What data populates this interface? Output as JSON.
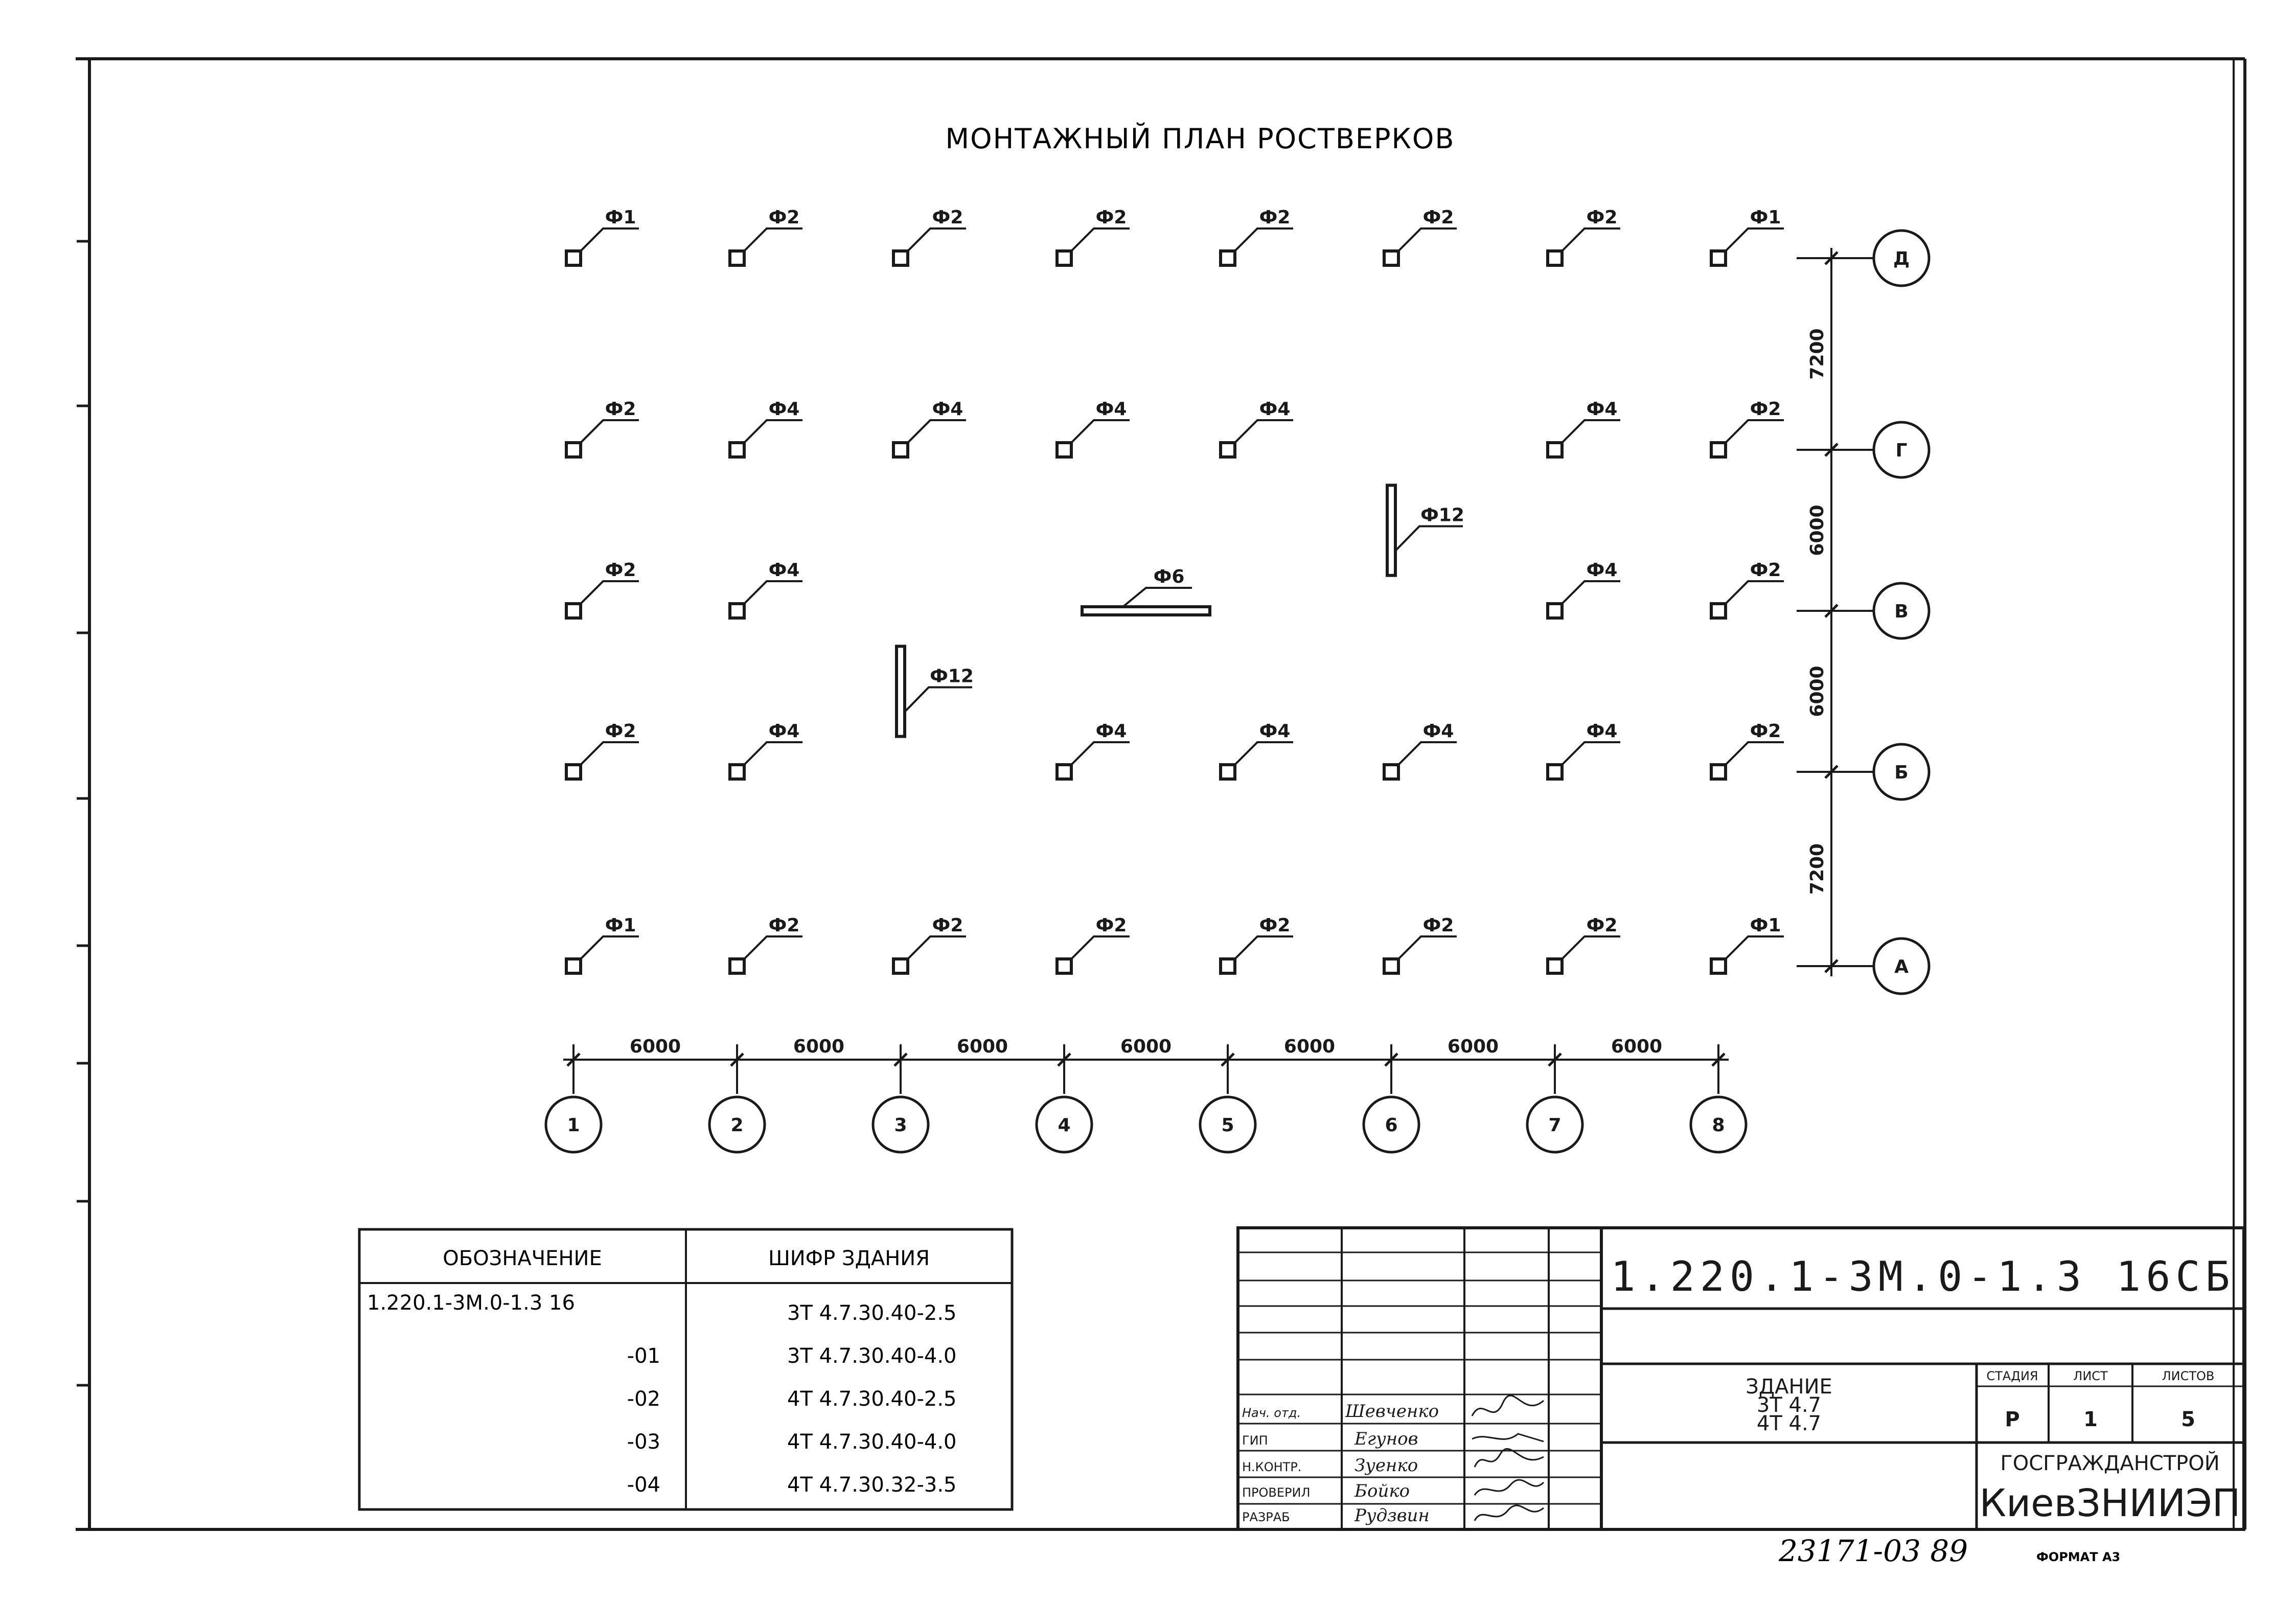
{
  "title": "МОНТАЖНЫЙ ПЛАН РОСТВЕРКОВ",
  "grid": {
    "columns": [
      "1",
      "2",
      "3",
      "4",
      "5",
      "6",
      "7",
      "8"
    ],
    "rows": [
      "Д",
      "Г",
      "В",
      "Б",
      "А"
    ],
    "column_spacings": [
      "6000",
      "6000",
      "6000",
      "6000",
      "6000",
      "6000",
      "6000"
    ],
    "row_spacings": [
      "7200",
      "6000",
      "6000",
      "7200"
    ]
  },
  "foundations": [
    {
      "row": "Д",
      "col": "1",
      "mark": "Ф1"
    },
    {
      "row": "Д",
      "col": "2",
      "mark": "Ф2"
    },
    {
      "row": "Д",
      "col": "3",
      "mark": "Ф2"
    },
    {
      "row": "Д",
      "col": "4",
      "mark": "Ф2"
    },
    {
      "row": "Д",
      "col": "5",
      "mark": "Ф2"
    },
    {
      "row": "Д",
      "col": "6",
      "mark": "Ф2"
    },
    {
      "row": "Д",
      "col": "7",
      "mark": "Ф2"
    },
    {
      "row": "Д",
      "col": "8",
      "mark": "Ф1"
    },
    {
      "row": "Г",
      "col": "1",
      "mark": "Ф2"
    },
    {
      "row": "Г",
      "col": "2",
      "mark": "Ф4"
    },
    {
      "row": "Г",
      "col": "3",
      "mark": "Ф4"
    },
    {
      "row": "Г",
      "col": "4",
      "mark": "Ф4"
    },
    {
      "row": "Г",
      "col": "5",
      "mark": "Ф4"
    },
    {
      "row": "Г",
      "col": "7",
      "mark": "Ф4"
    },
    {
      "row": "Г",
      "col": "8",
      "mark": "Ф2"
    },
    {
      "row": "В",
      "col": "1",
      "mark": "Ф2"
    },
    {
      "row": "В",
      "col": "2",
      "mark": "Ф4"
    },
    {
      "row": "В",
      "col": "7",
      "mark": "Ф4"
    },
    {
      "row": "В",
      "col": "8",
      "mark": "Ф2"
    },
    {
      "row": "Б",
      "col": "1",
      "mark": "Ф2"
    },
    {
      "row": "Б",
      "col": "2",
      "mark": "Ф4"
    },
    {
      "row": "Б",
      "col": "4",
      "mark": "Ф4"
    },
    {
      "row": "Б",
      "col": "5",
      "mark": "Ф4"
    },
    {
      "row": "Б",
      "col": "6",
      "mark": "Ф4"
    },
    {
      "row": "Б",
      "col": "7",
      "mark": "Ф4"
    },
    {
      "row": "Б",
      "col": "8",
      "mark": "Ф2"
    },
    {
      "row": "А",
      "col": "1",
      "mark": "Ф1"
    },
    {
      "row": "А",
      "col": "2",
      "mark": "Ф2"
    },
    {
      "row": "А",
      "col": "3",
      "mark": "Ф2"
    },
    {
      "row": "А",
      "col": "4",
      "mark": "Ф2"
    },
    {
      "row": "А",
      "col": "5",
      "mark": "Ф2"
    },
    {
      "row": "А",
      "col": "6",
      "mark": "Ф2"
    },
    {
      "row": "А",
      "col": "7",
      "mark": "Ф2"
    },
    {
      "row": "А",
      "col": "8",
      "mark": "Ф1"
    }
  ],
  "beams": [
    {
      "mark": "Ф12",
      "orientation": "vertical",
      "col": "3",
      "between": [
        "В",
        "Б"
      ]
    },
    {
      "mark": "Ф6",
      "orientation": "horizontal",
      "row": "В",
      "between": [
        "4",
        "5"
      ]
    },
    {
      "mark": "Ф12",
      "orientation": "vertical",
      "col": "6",
      "between": [
        "Г",
        "В"
      ]
    }
  ],
  "designation_table": {
    "headers": [
      "ОБОЗНАЧЕНИЕ",
      "ШИФР ЗДАНИЯ"
    ],
    "rows": [
      [
        "1.220.1-3М.0-1.3 16",
        "3Т 4.7.30.40-2.5"
      ],
      [
        "-01",
        "3Т 4.7.30.40-4.0"
      ],
      [
        "-02",
        "4Т 4.7.30.40-2.5"
      ],
      [
        "-03",
        "4Т 4.7.30.40-4.0"
      ],
      [
        "-04",
        "4Т 4.7.30.32-3.5"
      ]
    ]
  },
  "title_block": {
    "code": "1.220.1-3М.0-1.3 16СБ",
    "building_label": "ЗДАНИЕ",
    "building_lines": [
      "3Т 4.7",
      "4Т 4.7"
    ],
    "stage_header": "СТАДИЯ",
    "sheet_header": "ЛИСТ",
    "sheets_header": "ЛИСТОВ",
    "stage": "Р",
    "sheet": "1",
    "sheets": "5",
    "org_line1": "ГОСГРАЖДАНСТРОЙ",
    "org_line2": "КиевЗНИИЭП",
    "roles": [
      {
        "role": "Нач. отд.",
        "name": "Шевченко"
      },
      {
        "role": "ГИП",
        "name": "Егунов"
      },
      {
        "role": "Н.КОНТР.",
        "name": "Зуенко"
      },
      {
        "role": "ПРОВЕРИЛ",
        "name": "Бойко"
      },
      {
        "role": "РАЗРАБ",
        "name": "Рудзвин"
      }
    ]
  },
  "inventory_number": "23171-03 89",
  "format_label": "ФОРМАТ А3"
}
